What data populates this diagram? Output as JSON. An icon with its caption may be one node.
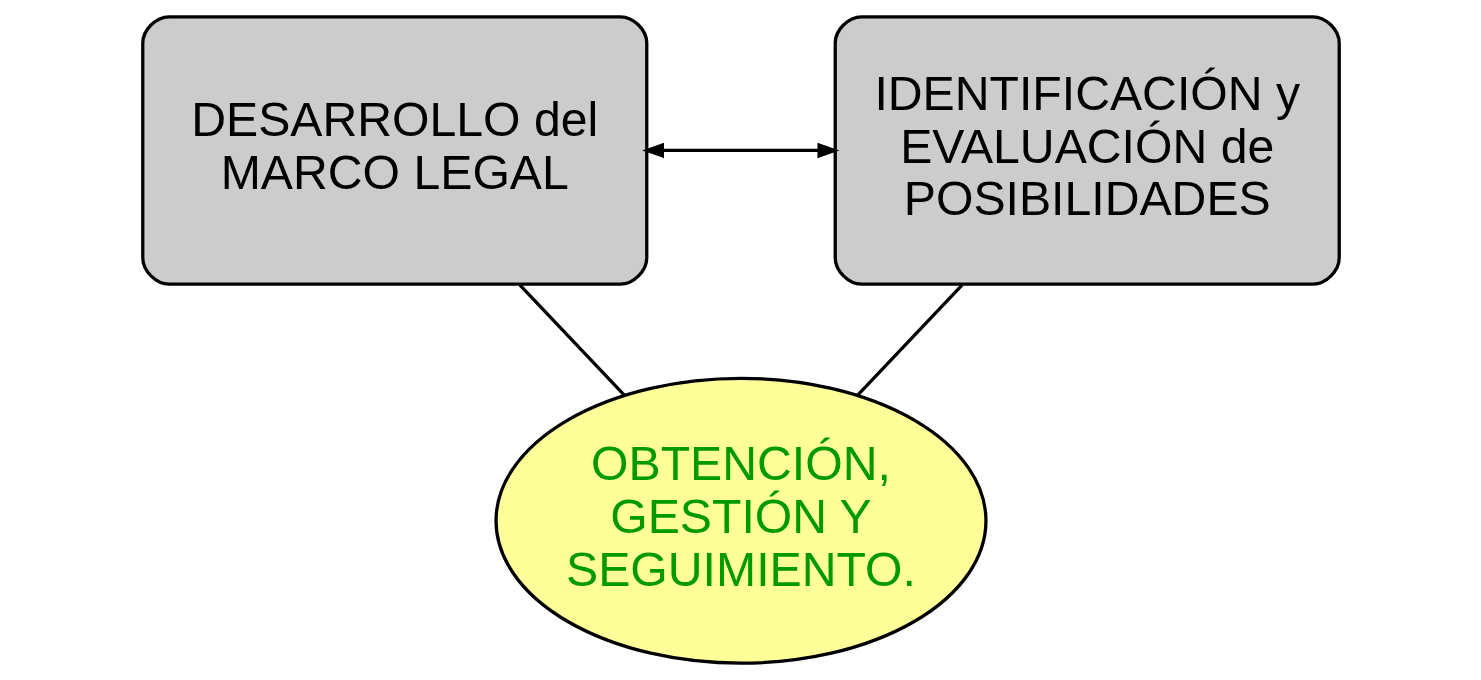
{
  "diagram": {
    "nodes": [
      {
        "text": [
          "DESARROLLO del MARCO LEGAL"
        ]
      },
      {
        "text": [
          "IDENTIFICACIÓN y EVALUACIÓN de POSIBILIDADES"
        ]
      },
      {
        "text": [
          "OBTENCIÓN, GESTIÓN Y SEGUIMIENTO."
        ]
      }
    ],
    "edges": [
      {
        "from": 0,
        "to": 1,
        "arrow": "both"
      },
      {
        "from": 0,
        "to": 2,
        "arrow": "none"
      },
      {
        "from": 1,
        "to": 2,
        "arrow": "none"
      }
    ]
  }
}
